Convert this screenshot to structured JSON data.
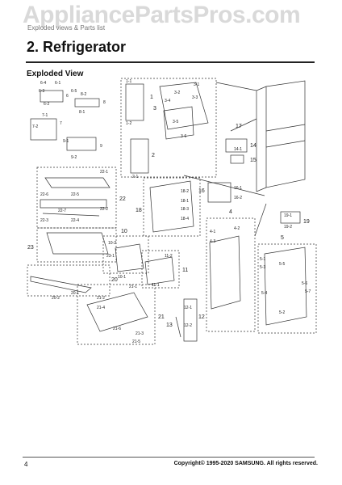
{
  "watermark": "AppliancePartsPros.com",
  "breadcrumb": "Exploded views & Parts list",
  "title": "2.  Refrigerator",
  "subtitle": "Exploded View",
  "page_number": "4",
  "copyright": "Copyright© 1995-2020 SAMSUNG. All rights reserved.",
  "callouts": [
    "6",
    "6-1",
    "6-2",
    "6-3",
    "6-4",
    "6-5",
    "7",
    "7-1",
    "7-2",
    "8",
    "8-1",
    "8-2",
    "9",
    "9-1",
    "9-2",
    "22",
    "22-1",
    "22-2",
    "22-3",
    "22-4",
    "22-5",
    "22-6",
    "22-7",
    "23",
    "23-1",
    "20",
    "20-1",
    "20-2",
    "1",
    "1-1",
    "1-2",
    "2",
    "2-1",
    "3",
    "3-1",
    "3-2",
    "3-3",
    "3-4",
    "3-5",
    "3-6",
    "17",
    "14",
    "14-1",
    "15",
    "16",
    "16-1",
    "16-2",
    "18",
    "18-1",
    "18-2",
    "18-3",
    "18-4",
    "19",
    "19-1",
    "19-2",
    "4",
    "4-1",
    "4-2",
    "4-3",
    "5",
    "5-1",
    "5-2",
    "5-3",
    "5-4",
    "5-5",
    "5-6",
    "5-7",
    "10",
    "10-1",
    "10-2",
    "11",
    "11-1",
    "11-2",
    "12",
    "12-1",
    "12-2",
    "13",
    "21",
    "21-1",
    "21-2",
    "21-3",
    "21-4",
    "21-5",
    "21-6"
  ]
}
